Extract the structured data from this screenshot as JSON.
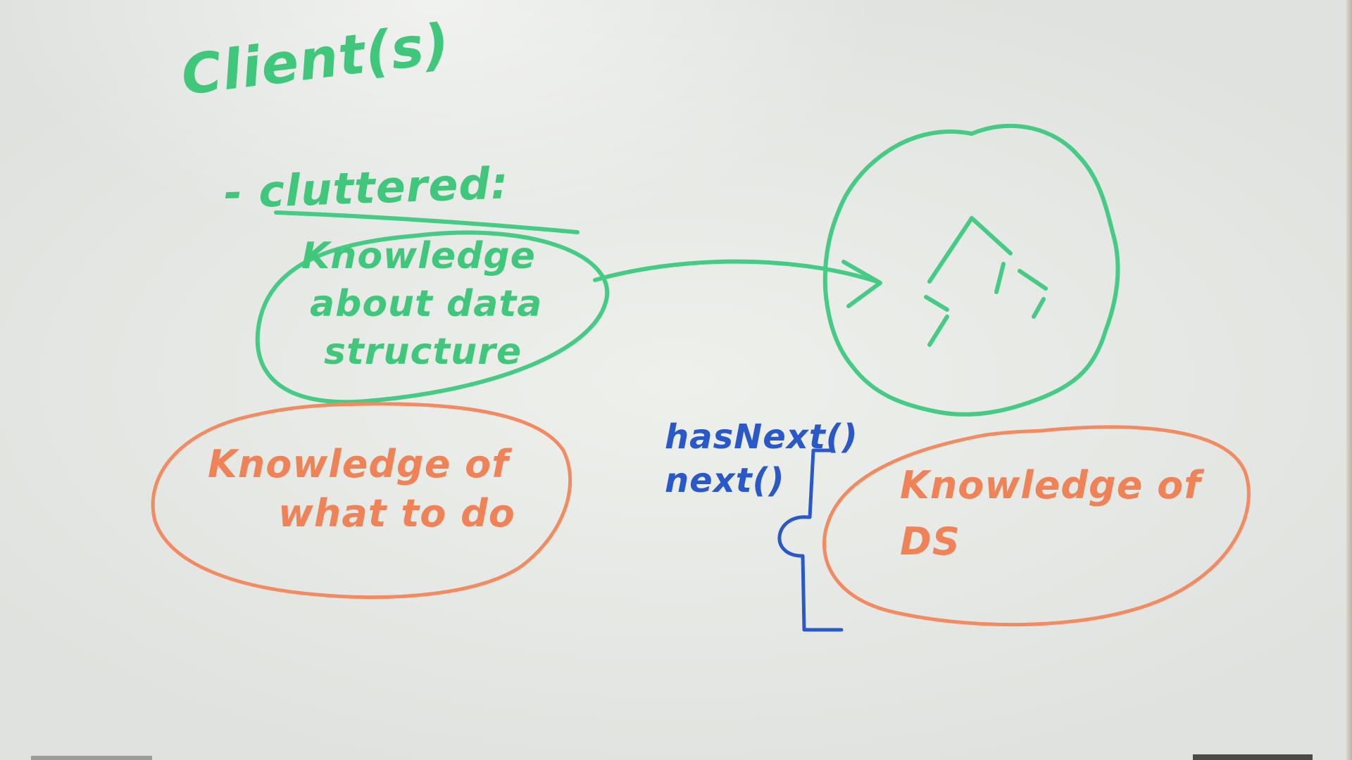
{
  "board": {
    "title": "Client(s)",
    "cluttered_label": "- cluttered:",
    "left_green_note": {
      "line1": "Knowledge",
      "line2": "about data",
      "line3": "structure"
    },
    "left_orange_note": {
      "line1": "Knowledge of",
      "line2": "what to do"
    },
    "iterator_methods": {
      "has_next": "hasNext()",
      "next": "next()"
    },
    "right_orange_note": "Knowledge of DS"
  },
  "colors": {
    "green_marker": "#45cb84",
    "orange_marker": "#f28a62",
    "blue_marker": "#2a58c8",
    "board": "#e9ebe8"
  }
}
